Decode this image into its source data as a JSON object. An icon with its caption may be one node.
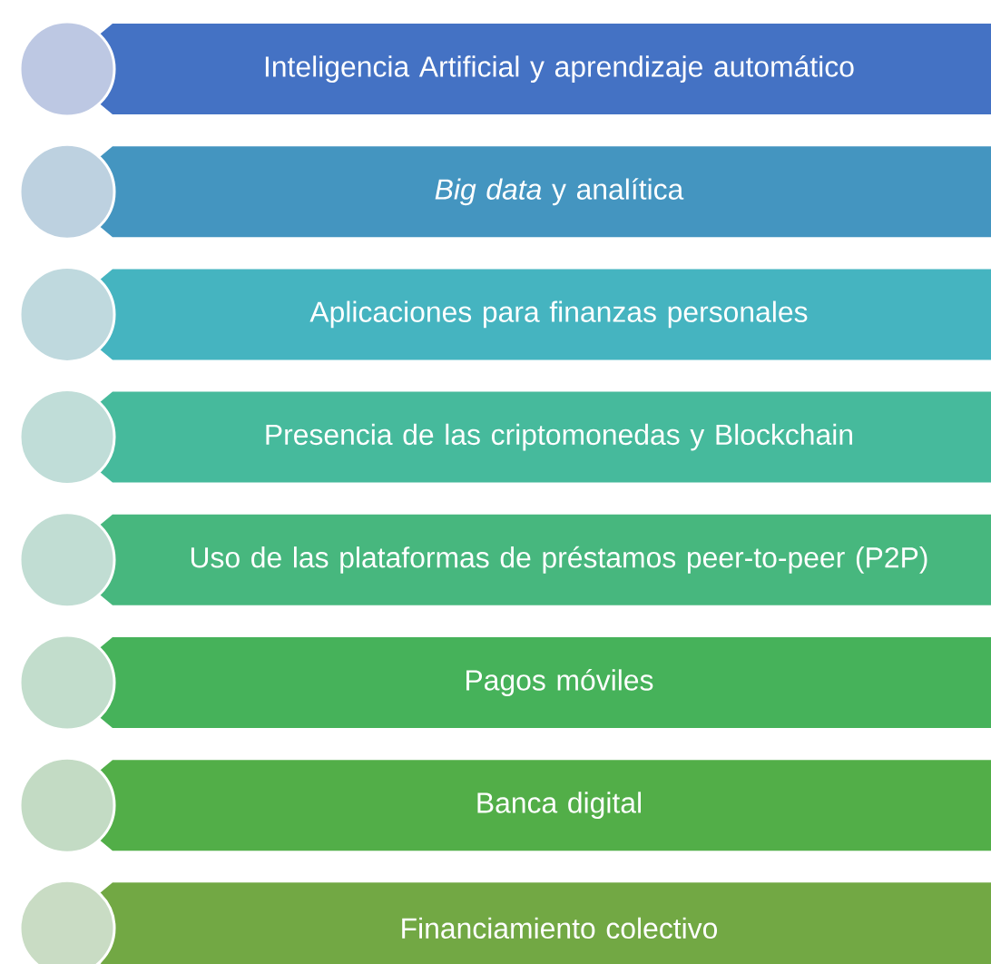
{
  "diagram": {
    "nodes": [
      {
        "text": [
          "Inteligencia Artificial y aprendizaje automático"
        ]
      },
      {
        "text": [
          "*Big data* y analítica"
        ]
      },
      {
        "text": [
          "Aplicaciones para finanzas personales"
        ]
      },
      {
        "text": [
          "Presencia de las criptomonedas y Blockchain"
        ]
      },
      {
        "text": [
          "Uso de las plataformas de préstamos peer-to-peer (P2P)"
        ]
      },
      {
        "text": [
          "Pagos móviles"
        ]
      },
      {
        "text": [
          "Banca digital"
        ]
      },
      {
        "text": [
          "Financiamiento colectivo"
        ]
      }
    ]
  }
}
